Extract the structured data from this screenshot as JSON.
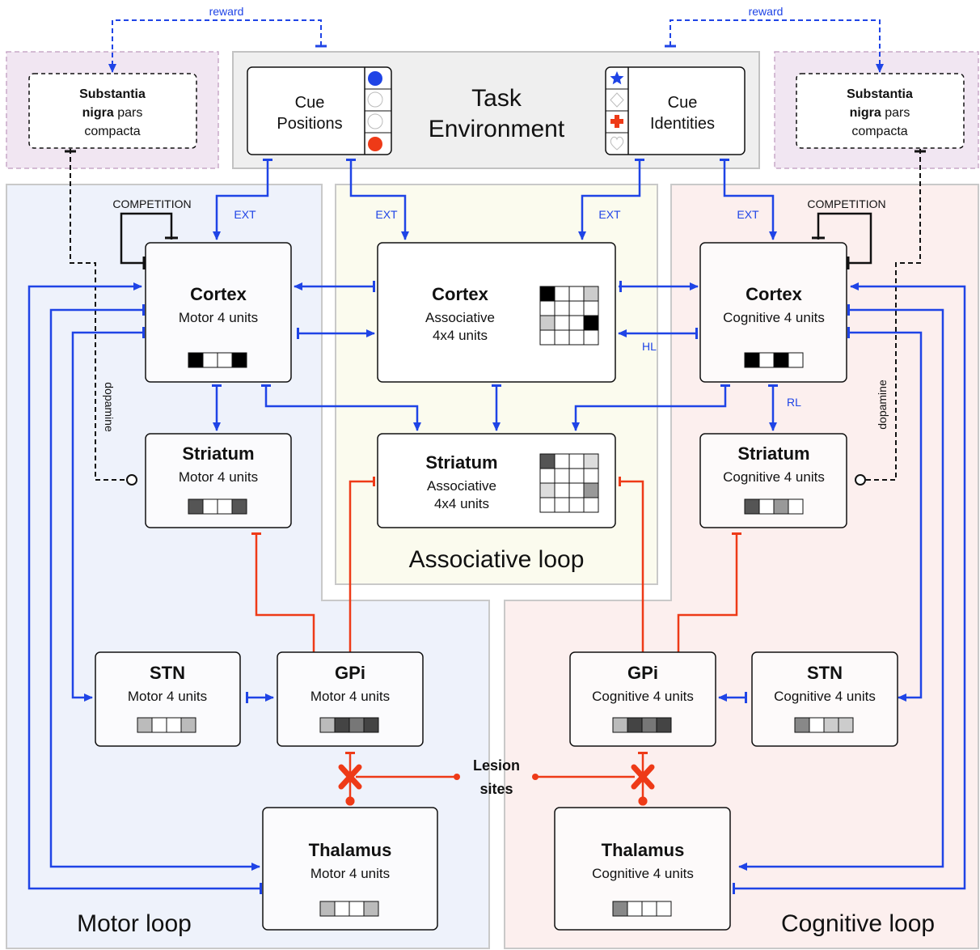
{
  "colors": {
    "blue": "#1f44e6",
    "red": "#ee3a17",
    "motor_bg": "#eef2fb",
    "cognitive_bg": "#fcefee",
    "associative_bg": "#fbfbee",
    "sn_bg": "#f1e6f2",
    "task_bg": "#efefef"
  },
  "task": {
    "title_line1": "Task",
    "title_line2": "Environment",
    "cue_positions": [
      "Cue",
      "Positions"
    ],
    "cue_identities": [
      "Cue",
      "Identities"
    ]
  },
  "reward_label": "reward",
  "sn": {
    "line1_bold": "Substantia",
    "line2_bold": "nigra",
    "line2_rest": " pars",
    "line3": "compacta"
  },
  "sn_right": {
    "line1_bold": "Substantia",
    "line2_bold": "nigra",
    "line2_rest": " pars",
    "line3": "compacta"
  },
  "labels": {
    "ext": "EXT",
    "competition": "COMPETITION",
    "dopamine": "dopamine",
    "hl": "HL",
    "rl": "RL",
    "lesion_line1": "Lesion",
    "lesion_line2": "sites"
  },
  "loops": {
    "motor": "Motor loop",
    "associative": "Associative loop",
    "cognitive": "Cognitive loop"
  },
  "boxes": {
    "cortex_motor": {
      "title": "Cortex",
      "sub": "Motor 4 units"
    },
    "cortex_assoc": {
      "title": "Cortex",
      "sub1": "Associative",
      "sub2": "4x4 units"
    },
    "cortex_cog": {
      "title": "Cortex",
      "sub": "Cognitive 4 units"
    },
    "striatum_motor": {
      "title": "Striatum",
      "sub": "Motor 4 units"
    },
    "striatum_assoc": {
      "title": "Striatum",
      "sub1": "Associative",
      "sub2": "4x4 units"
    },
    "striatum_cog": {
      "title": "Striatum",
      "sub": "Cognitive 4 units"
    },
    "stn_motor": {
      "title": "STN",
      "sub": "Motor 4 units"
    },
    "gpi_motor": {
      "title": "GPi",
      "sub": "Motor 4 units"
    },
    "gpi_cog": {
      "title": "GPi",
      "sub": "Cognitive 4 units"
    },
    "stn_cog": {
      "title": "STN",
      "sub": "Cognitive 4 units"
    },
    "thal_motor": {
      "title": "Thalamus",
      "sub": "Motor 4 units"
    },
    "thal_cog": {
      "title": "Thalamus",
      "sub": "Cognitive 4 units"
    }
  },
  "activity": {
    "cortex_motor": [
      "#000000",
      "#ffffff",
      "#ffffff",
      "#000000"
    ],
    "cortex_cog": [
      "#000000",
      "#ffffff",
      "#000000",
      "#ffffff"
    ],
    "striatum_motor": [
      "#555555",
      "#ffffff",
      "#ffffff",
      "#555555"
    ],
    "striatum_cog": [
      "#555555",
      "#ffffff",
      "#999999",
      "#ffffff"
    ],
    "stn_motor": [
      "#bbbbbb",
      "#ffffff",
      "#ffffff",
      "#bbbbbb"
    ],
    "gpi_motor": [
      "#bbbbbb",
      "#444444",
      "#777777",
      "#444444"
    ],
    "gpi_cog": [
      "#bbbbbb",
      "#444444",
      "#777777",
      "#444444"
    ],
    "stn_cog": [
      "#888888",
      "#ffffff",
      "#cccccc",
      "#cccccc"
    ],
    "thal_motor": [
      "#bbbbbb",
      "#ffffff",
      "#ffffff",
      "#bbbbbb"
    ],
    "thal_cog": [
      "#888888",
      "#ffffff",
      "#ffffff",
      "#ffffff"
    ],
    "cortex_assoc_grid": [
      [
        "#000000",
        "#ffffff",
        "#ffffff",
        "#cccccc"
      ],
      [
        "#ffffff",
        "#ffffff",
        "#ffffff",
        "#ffffff"
      ],
      [
        "#cccccc",
        "#ffffff",
        "#ffffff",
        "#000000"
      ],
      [
        "#ffffff",
        "#ffffff",
        "#ffffff",
        "#ffffff"
      ]
    ],
    "striatum_assoc_grid": [
      [
        "#555555",
        "#ffffff",
        "#ffffff",
        "#dddddd"
      ],
      [
        "#ffffff",
        "#ffffff",
        "#ffffff",
        "#ffffff"
      ],
      [
        "#dddddd",
        "#ffffff",
        "#ffffff",
        "#999999"
      ],
      [
        "#ffffff",
        "#ffffff",
        "#ffffff",
        "#ffffff"
      ]
    ]
  }
}
